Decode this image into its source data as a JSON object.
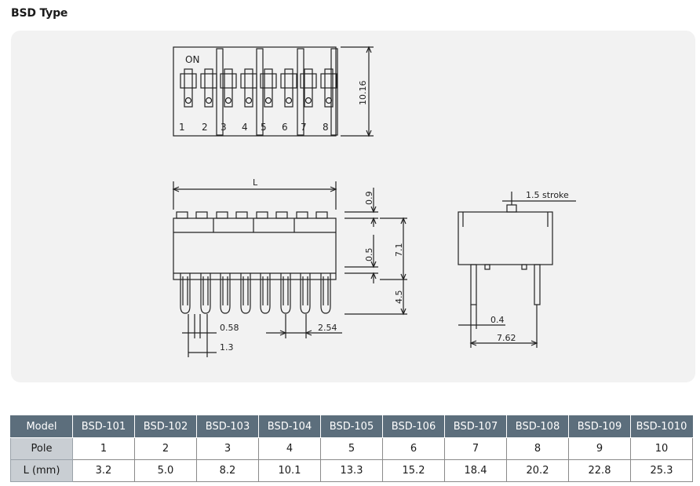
{
  "title": "BSD Type",
  "drawing": {
    "on_label": "ON",
    "position_numbers": [
      "1",
      "2",
      "3",
      "4",
      "5",
      "6",
      "7",
      "8"
    ],
    "dim_height_top": "10.16",
    "dim_L": "L",
    "dim_0_9": "0.9",
    "dim_0_5": "0.5",
    "dim_7_1": "7.1",
    "dim_4_5": "4.5",
    "dim_0_58": "0.58",
    "dim_1_3": "1.3",
    "dim_2_54": "2.54",
    "dim_stroke": "1.5 stroke",
    "dim_0_4": "0.4",
    "dim_7_62": "7.62"
  },
  "table": {
    "headers": [
      "Model",
      "BSD-101",
      "BSD-102",
      "BSD-103",
      "BSD-104",
      "BSD-105",
      "BSD-106",
      "BSD-107",
      "BSD-108",
      "BSD-109",
      "BSD-1010"
    ],
    "rows": [
      {
        "label": "Pole",
        "values": [
          "1",
          "2",
          "3",
          "4",
          "5",
          "6",
          "7",
          "8",
          "9",
          "10"
        ]
      },
      {
        "label": "L (mm)",
        "values": [
          "3.2",
          "5.0",
          "8.2",
          "10.1",
          "13.3",
          "15.2",
          "18.4",
          "20.2",
          "22.8",
          "25.3"
        ]
      }
    ]
  },
  "colors": {
    "header_bg": "#5c6e7c",
    "row_head_bg": "#c9ced3",
    "panel_bg": "#f2f2f2"
  }
}
